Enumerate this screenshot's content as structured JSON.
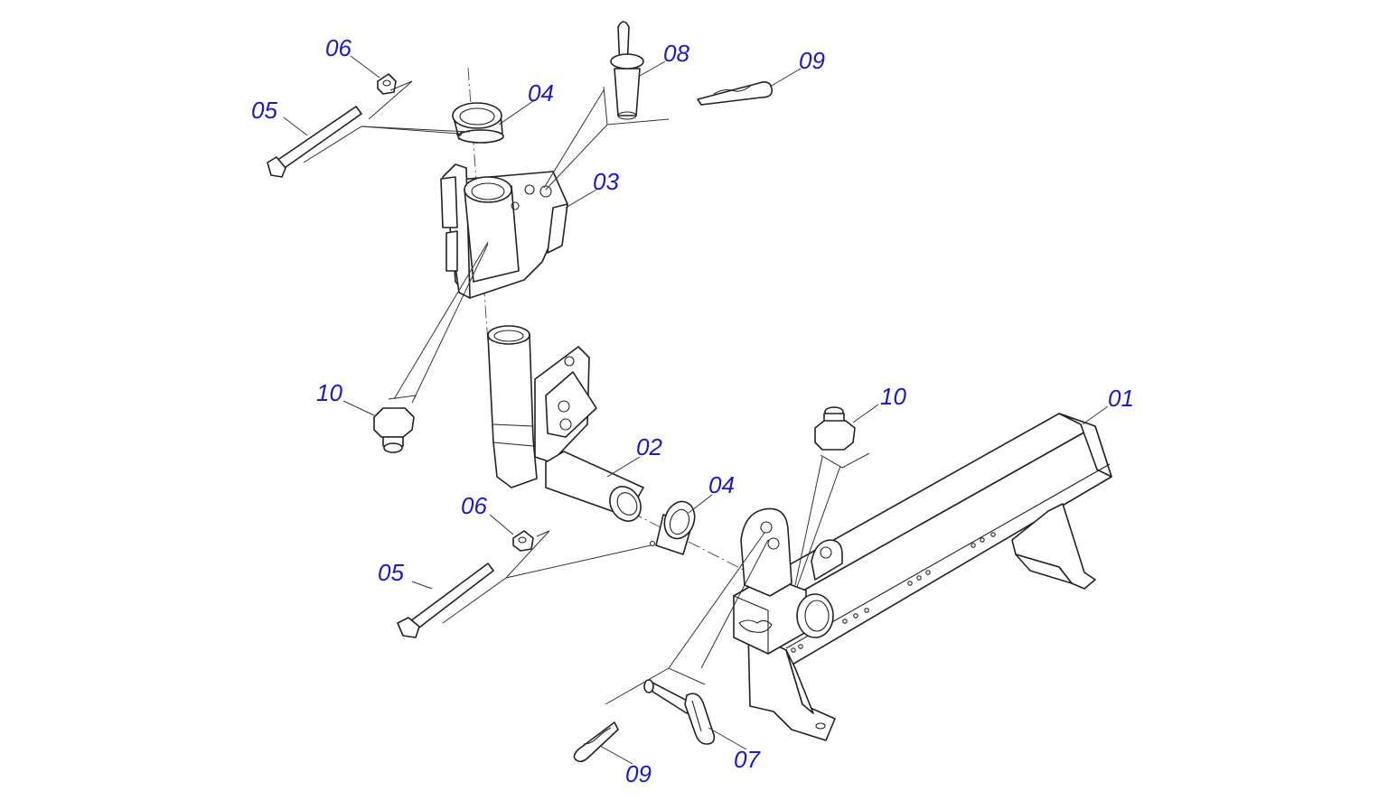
{
  "colors": {
    "callout": "#1a1acc",
    "linework": "#222222",
    "background": "#ffffff"
  },
  "callouts": [
    {
      "id": "01",
      "text": "01"
    },
    {
      "id": "02",
      "text": "02"
    },
    {
      "id": "03",
      "text": "03"
    },
    {
      "id": "04a",
      "text": "04"
    },
    {
      "id": "04b",
      "text": "04"
    },
    {
      "id": "05a",
      "text": "05"
    },
    {
      "id": "05b",
      "text": "05"
    },
    {
      "id": "06a",
      "text": "06"
    },
    {
      "id": "06b",
      "text": "06"
    },
    {
      "id": "07",
      "text": "07"
    },
    {
      "id": "08",
      "text": "08"
    },
    {
      "id": "09a",
      "text": "09"
    },
    {
      "id": "09b",
      "text": "09"
    },
    {
      "id": "10a",
      "text": "10"
    },
    {
      "id": "10b",
      "text": "10"
    }
  ]
}
